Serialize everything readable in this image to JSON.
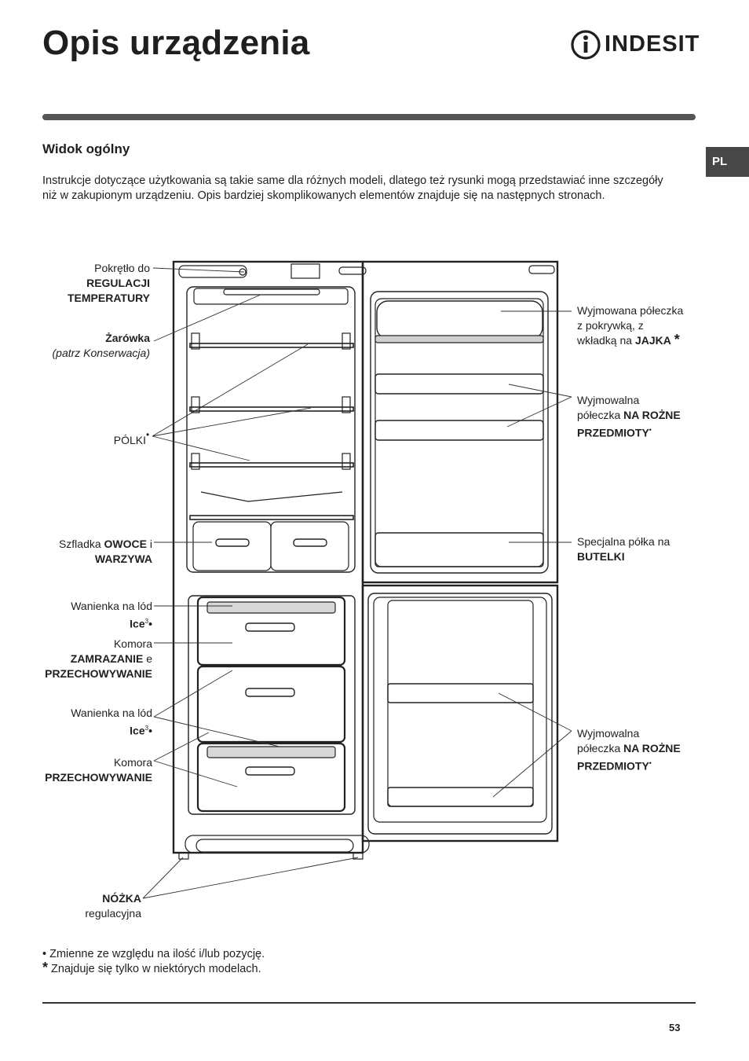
{
  "header": {
    "title": "Opis urządzenia",
    "brand": "INDESIT",
    "lang_tab": "PL"
  },
  "section": {
    "heading": "Widok ogólny",
    "intro": "Instrukcje dotyczące użytkowania są takie same dla różnych modeli, dlatego też rysunki mogą przedstawiać inne szczegóły niż w zakupionym urządzeniu. Opis bardziej skomplikowanych elementów znajduje się na następnych stronach."
  },
  "labels": {
    "knob": [
      "Pokrętło do",
      "REGULACJI",
      "TEMPERATURY"
    ],
    "bulb": [
      "Żarówka",
      "(patrz Konserwacja)"
    ],
    "shelves": "PÓLKI",
    "drawer_a": "Szfladka ",
    "drawer_b": "OWOCE",
    "drawer_c": " i",
    "drawer_d": "WARZYWA",
    "ice_tray_1": [
      "Wanienka na lód",
      "Ice"
    ],
    "freeze_comp": [
      "Komora",
      "ZAMRAZANIE",
      " e",
      "PRZECHOWYWANIE"
    ],
    "ice_tray_2": [
      "Wanienka na lód",
      "Ice"
    ],
    "store_comp": [
      "Komora",
      "PRZECHOWYWANIE"
    ],
    "foot": [
      "NÓŻKA",
      "regulacyjna"
    ],
    "egg_shelf": [
      "Wyjmowana półeczka",
      "z pokrywką, z",
      "wkładką na ",
      "JAJKA"
    ],
    "misc_shelf_1": [
      "Wyjmowalna",
      "półeczka ",
      "NA ROŻNE",
      "PRZEDMIOTY"
    ],
    "bottle_shelf": [
      "Specjalna półka na",
      "BUTELKI"
    ],
    "misc_shelf_2": [
      "Wyjmowalna",
      "półeczka ",
      "NA ROŻNE",
      "PRZEDMIOTY"
    ],
    "sup3": "3",
    "dot": "•",
    "star": "*"
  },
  "footnotes": {
    "dot_note": "Zmienne ze względu na ilość i/lub pozycję.",
    "star_note": "Znajduje się tylko w niektórych modelach."
  },
  "page_number": "53"
}
